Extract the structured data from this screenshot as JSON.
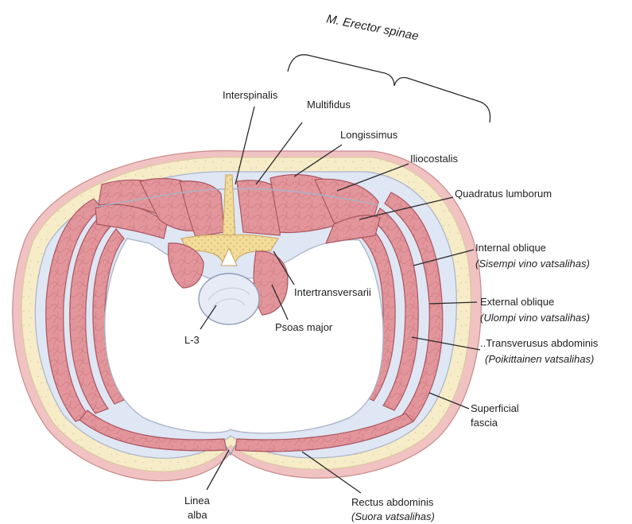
{
  "figure": {
    "title": "M. Erector spinae",
    "colors": {
      "muscle": "#e2969b",
      "muscle_outline": "#ab5560",
      "fat": "#f6ecc8",
      "skin": "#f0c2c2",
      "fascia": "#dfe6f4",
      "bone": "#f1dc9a",
      "vertebral_body": "#e6ebf6"
    }
  },
  "labels": {
    "interspinalis": "Interspinalis",
    "multifidus": "Multifidus",
    "longissimus": "Longissimus",
    "iliocostalis": "Iliocostalis",
    "quadratus_lumborum": "Quadratus lumborum",
    "internal_oblique": "Internal oblique",
    "internal_oblique_fi": "(Sisempi vino vatsalihas)",
    "external_oblique": "External oblique",
    "external_oblique_fi": "(Ulompi vino vatsalihas)",
    "transversus": "..Transverusus abdominis",
    "transversus_fi": "(Poikittainen vatsalihas)",
    "superficial_fascia_1": "Superficial",
    "superficial_fascia_2": "fascia",
    "intertransversarii": "Intertransversarii",
    "psoas_major": "Psoas major",
    "l3": "L-3",
    "linea_alba_1": "Linea",
    "linea_alba_2": "alba",
    "rectus_abdominis": "Rectus abdominis",
    "rectus_abdominis_fi": "(Suora vatsalihas)"
  }
}
